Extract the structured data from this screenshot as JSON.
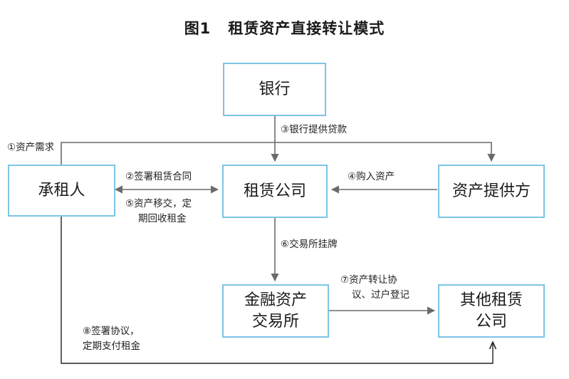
{
  "title": {
    "number": "图1",
    "text": "租赁资产直接转让模式"
  },
  "nodes": {
    "bank": "银行",
    "lessee": "承租人",
    "leasing_company": "租赁公司",
    "supplier": "资产提供方",
    "exchange": [
      "金融资产",
      "交易所"
    ],
    "other_leasing": [
      "其他租赁",
      "公司"
    ]
  },
  "edges": {
    "e1": [
      "①资产需求"
    ],
    "e2": [
      "②签署租赁合同"
    ],
    "e3": [
      "③银行提供贷款"
    ],
    "e4": [
      "④购入资产"
    ],
    "e5": [
      "⑤资产移交，定",
      "期回收租金"
    ],
    "e6": [
      "⑥交易所挂牌"
    ],
    "e7": [
      "⑦资产转让协",
      "议、过户登记"
    ],
    "e8": [
      "⑧签署协议，",
      "定期支付租金"
    ]
  },
  "colors": {
    "box_border": "#7cc4e4",
    "line": "#6a6a6a"
  }
}
